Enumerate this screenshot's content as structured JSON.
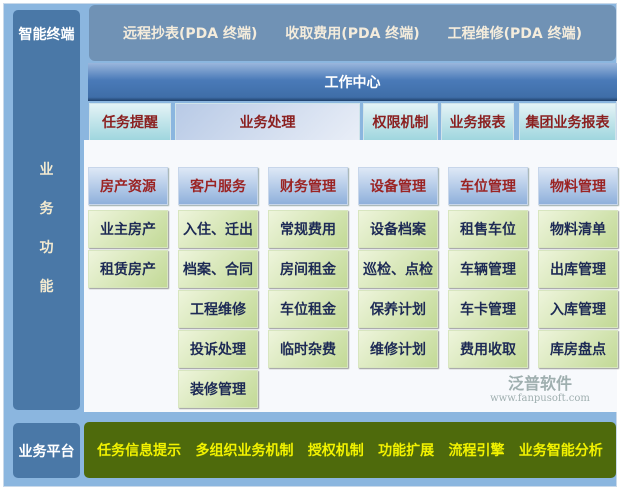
{
  "left": {
    "terminal": "智能终端",
    "business_function": [
      "业",
      "务",
      "功",
      "能"
    ],
    "platform": "业务平台"
  },
  "terminal_items": [
    "远程抄表(PDA 终端)",
    "收取费用(PDA 终端)",
    "工程维修(PDA 终端)"
  ],
  "work_center": "工作中心",
  "tabs": [
    "任务提醒",
    "业务处理",
    "权限机制",
    "业务报表",
    "集团业务报表"
  ],
  "modules": [
    {
      "title": "房产资源",
      "items": [
        "业主房产",
        "租赁房产"
      ]
    },
    {
      "title": "客户服务",
      "items": [
        "入住、迁出",
        "档案、合同",
        "工程维修",
        "投诉处理",
        "装修管理"
      ]
    },
    {
      "title": "财务管理",
      "items": [
        "常规费用",
        "房间租金",
        "车位租金",
        "临时杂费"
      ]
    },
    {
      "title": "设备管理",
      "items": [
        "设备档案",
        "巡检、点检",
        "保养计划",
        "维修计划"
      ]
    },
    {
      "title": "车位管理",
      "items": [
        "租售车位",
        "车辆管理",
        "车卡管理",
        "费用收取"
      ]
    },
    {
      "title": "物料管理",
      "items": [
        "物料清单",
        "出库管理",
        "入库管理",
        "库房盘点"
      ]
    }
  ],
  "platform_items": [
    "任务信息提示",
    "多组织业务机制",
    "授权机制",
    "功能扩展",
    "流程引擎",
    "业务智能分析"
  ],
  "watermark": {
    "name": "泛普软件",
    "url": "www.fanpusoft.com"
  }
}
